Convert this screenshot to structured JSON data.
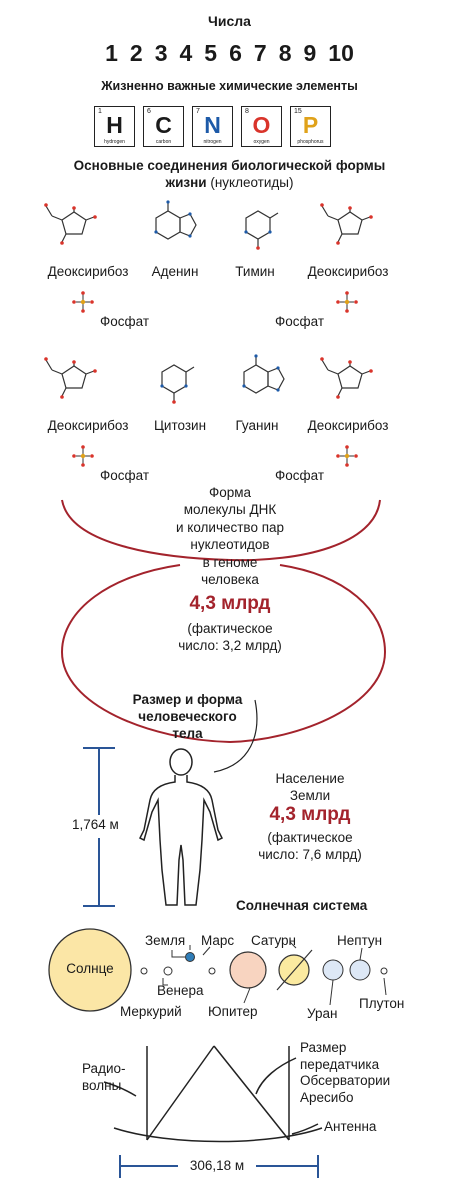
{
  "numbers_title": "Числа",
  "numbers": [
    "1",
    "2",
    "3",
    "4",
    "5",
    "6",
    "7",
    "8",
    "9",
    "10"
  ],
  "elements_title": "Жизненно важные химические элементы",
  "elements": [
    {
      "number": "1",
      "symbol": "H",
      "name": "hydrogen",
      "color": "#1a1a1a"
    },
    {
      "number": "6",
      "symbol": "C",
      "name": "carbon",
      "color": "#1a1a1a"
    },
    {
      "number": "7",
      "symbol": "N",
      "name": "nitrogen",
      "color": "#1d5aa8"
    },
    {
      "number": "8",
      "symbol": "O",
      "name": "oxygen",
      "color": "#d9342b"
    },
    {
      "number": "15",
      "symbol": "P",
      "name": "phosphorus",
      "color": "#e0a21a"
    }
  ],
  "compounds": {
    "title_line1": "Основные соединения биологической формы",
    "title_bold2": "жизни",
    "title_paren": "(нуклеотиды)",
    "row1": [
      "Деоксирибоз",
      "Аденин",
      "Тимин",
      "Деоксирибоз"
    ],
    "row2": [
      "Деоксирибоз",
      "Цитозин",
      "Гуанин",
      "Деоксирибоз"
    ],
    "phosphate": "Фосфат"
  },
  "dna": {
    "lines": [
      "Форма",
      "молекулы ДНК",
      "и количество пар",
      "нуклеотидов",
      "в геноме",
      "человека"
    ],
    "value": "4,3 млрд",
    "actual_line1": "(фактическое",
    "actual_line2": "число: 3,2 млрд)"
  },
  "human": {
    "title_line1": "Размер и форма",
    "title_line2": "человеческого",
    "title_line3": "тела",
    "height": "1,764 м",
    "population_line1": "Население",
    "population_line2": "Земли",
    "population_value": "4,3 млрд",
    "actual_line1": "(фактическое",
    "actual_line2": "число: 7,6 млрд)"
  },
  "solar": {
    "title": "Солнечная система",
    "sun": "Солнце",
    "earth": "Земля",
    "mars": "Марс",
    "saturn": "Сатурн",
    "neptune": "Нептун",
    "venus": "Венера",
    "mercury": "Меркурий",
    "jupiter": "Юпитер",
    "uranus": "Уран",
    "pluto": "Плутон",
    "colors": {
      "sun": "#fbe6a6",
      "jupiter": "#f8d4c0",
      "saturn": "#fbeaa0",
      "uranus": "#dde8f6",
      "earth": "#2f7db8"
    }
  },
  "arecibo": {
    "radio_line1": "Радио-",
    "radio_line2": "волны",
    "size_lines": [
      "Размер",
      "передатчика",
      "Обсерватории",
      "Аресибо"
    ],
    "antenna": "Антенна",
    "width": "306,18 м"
  },
  "colors": {
    "accent_red": "#a3232c",
    "ruler_blue": "#2a5597"
  }
}
